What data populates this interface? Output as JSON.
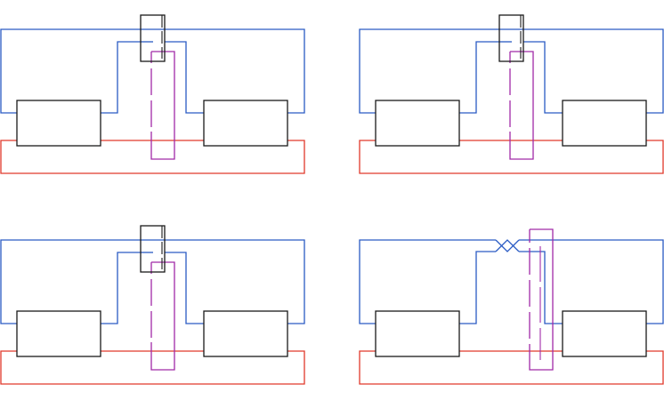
{
  "colors": {
    "background": "#ffffff",
    "outline": "#1a1a1a",
    "blue_wire": "#2a5bc4",
    "red_wire": "#e0392b",
    "purple_wire": "#a12aa8"
  },
  "panels": [
    {
      "id": "top-left",
      "variant": "gap-loop",
      "boxes": 2,
      "label": ""
    },
    {
      "id": "top-right",
      "variant": "gap-loop",
      "boxes": 2,
      "label": ""
    },
    {
      "id": "bottom-left",
      "variant": "gap-loop",
      "boxes": 2,
      "label": ""
    },
    {
      "id": "bottom-right",
      "variant": "crossover",
      "boxes": 2,
      "label": ""
    }
  ]
}
